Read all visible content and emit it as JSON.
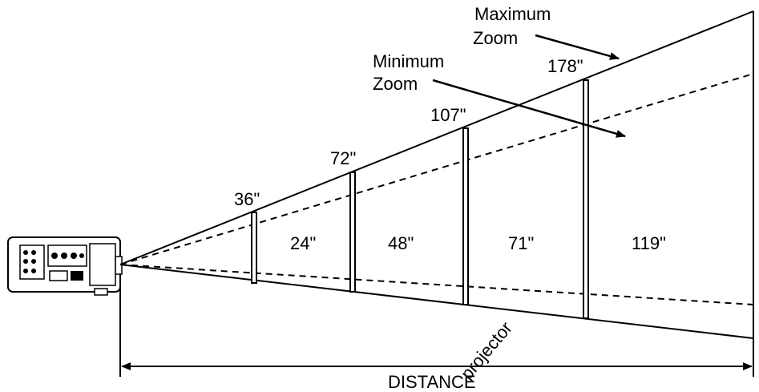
{
  "labels": {
    "maximum_zoom": [
      "Maximum",
      "Zoom"
    ],
    "minimum_zoom": [
      "Minimum",
      "Zoom"
    ],
    "distance": "DISTANCE"
  },
  "screen_sizes": [
    "36\"",
    "72\"",
    "107\"",
    "178\""
  ],
  "distances": [
    "24\"",
    "48\"",
    "71\"",
    "119\""
  ],
  "watermark": "projector",
  "colors": {
    "line": "#000000",
    "background": "#ffffff",
    "watermark": "#e9e9e9"
  }
}
